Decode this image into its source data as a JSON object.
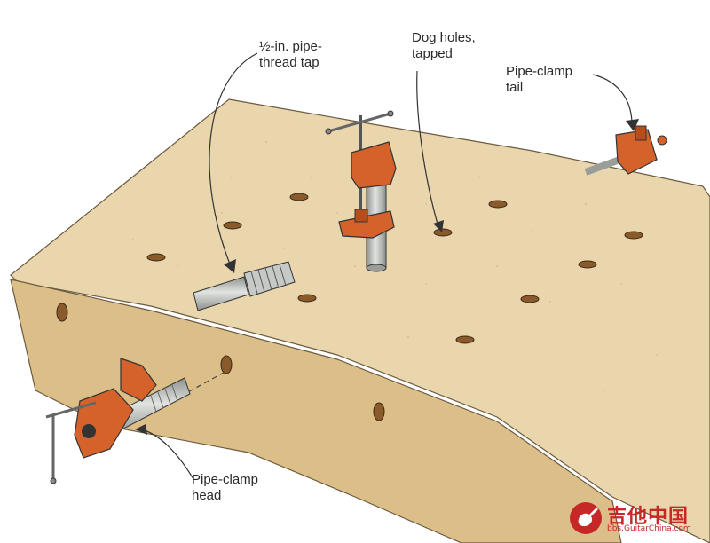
{
  "labels": {
    "tap": "½-in. pipe-\nthread tap",
    "dog_holes": "Dog holes,\ntapped",
    "tail": "Pipe-clamp\ntail",
    "head": "Pipe-clamp\nhead"
  },
  "watermark": {
    "brand": "吉他中国",
    "url": "bbs.GuitarChina.com"
  },
  "colors": {
    "wood_top": "#ead6ad",
    "wood_edge": "#dcbf88",
    "clamp": "#d4622a",
    "steel": "#b4b7b4",
    "ink": "#333333",
    "watermark": "#c62828"
  }
}
